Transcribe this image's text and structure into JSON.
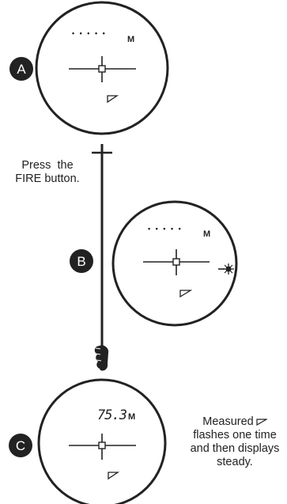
{
  "steps": [
    {
      "badge": "A",
      "readout_dots": "• • • • •",
      "unit": "M",
      "has_target_mark": false
    },
    {
      "badge": "B",
      "readout_dots": "• • • • •",
      "unit": "M",
      "has_target_mark": true
    },
    {
      "badge": "C",
      "readout_value": "75.3",
      "unit": "M",
      "has_target_mark": false
    }
  ],
  "instructions": {
    "fire": [
      "Press  the",
      "FIRE button."
    ],
    "measured": {
      "line1": "Measured",
      "line2": "flashes one time",
      "line3": "and then displays",
      "line4": "steady."
    }
  },
  "icons": {
    "triangle": "triangle-icon",
    "target": "target-icon",
    "hand": "pointing-hand-icon"
  },
  "colors": {
    "ink": "#222222",
    "badge_fill": "#222222",
    "badge_text": "#ffffff"
  }
}
